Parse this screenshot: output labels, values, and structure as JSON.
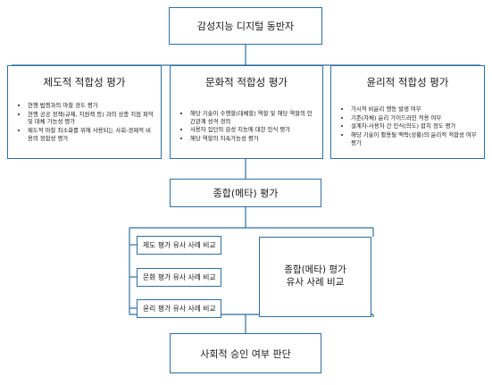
{
  "top": {
    "label": "감성지능 디지털 동반자"
  },
  "panels": [
    {
      "title": "제도적 적합성 평가",
      "items": [
        "현행 법령과의 마찰 경도 평가",
        "현행 공공 정책(규제, 지원책 등) 과의 상충 지점 파악 및 대체 가능성 평가",
        "제도적 마찰 최소화를 위해 사용되는 사회-경제적 비용의 정합성 평가"
      ]
    },
    {
      "title": "문화적 적합성 평가",
      "items": [
        "해당 기술이 수행할(대체할) 역할 및 해당 역할의 인간관계 성격 경의",
        "사용자 집단의 감성 지능에 대한 인식 평가",
        "해당 역할의 지속가능성 평가"
      ]
    },
    {
      "title": "윤리적 적합성 평가",
      "items": [
        "가시적 비윤리 행동 발생 여부",
        "기존(자체) 윤리 가이드라인 적용 여부",
        "설계자-사용자 간 인식(의도) 합치 정도 평가",
        "해당 기술이 활용될 맥락(상황)의 윤리적 적합성 여부 평가"
      ]
    }
  ],
  "meta": {
    "label": "종합(메타) 평가"
  },
  "comparisons": [
    {
      "label": "제도 평가 유사 사례 비교"
    },
    {
      "label": "문화 평가 유사 사례 비교"
    },
    {
      "label": "윤리 평가 유사 사례 비교"
    }
  ],
  "meta_compare": {
    "line1": "종합(메타) 평가",
    "line2": "유사 사례 비교"
  },
  "final": {
    "label": "사회적 승인 여부 판단"
  },
  "colors": {
    "border": "#2f6f9e",
    "line": "#2f6f9e"
  }
}
